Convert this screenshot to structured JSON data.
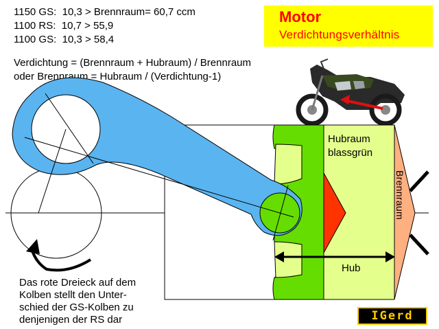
{
  "specs": {
    "rows": [
      "1150 GS:  10,3 > Brennraum= 60,7 ccm",
      "1100 RS:  10,7 > 55,9",
      "1100 GS:  10,3 > 58,4"
    ]
  },
  "formula": {
    "lines": [
      "Verdichtung = (Brennraum + Hubraum) / Brennraum",
      "oder Brennraum = Hubraum / (Verdichtung-1)"
    ]
  },
  "title": {
    "main": "Motor",
    "sub": "Verdichtungsverhältnis"
  },
  "labels": {
    "hubraum_line1": "Hubraum",
    "hubraum_line2": "blassgrün",
    "brennraum": "Brennraum",
    "hub": "Hub"
  },
  "note": {
    "lines": [
      "Das rote Dreieck auf dem",
      "Kolben stellt den Unter-",
      "schied der GS-Kolben zu",
      "denjenigen der RS dar"
    ]
  },
  "logo": {
    "text": "IGerd"
  },
  "colors": {
    "title_bg": "#ffff00",
    "title_text": "#ff0000",
    "conrod": "#5ab4f0",
    "piston": "#66dd00",
    "hubraum": "#e4ff8c",
    "brennraum": "#ffb080",
    "triangle": "#ff3300"
  }
}
